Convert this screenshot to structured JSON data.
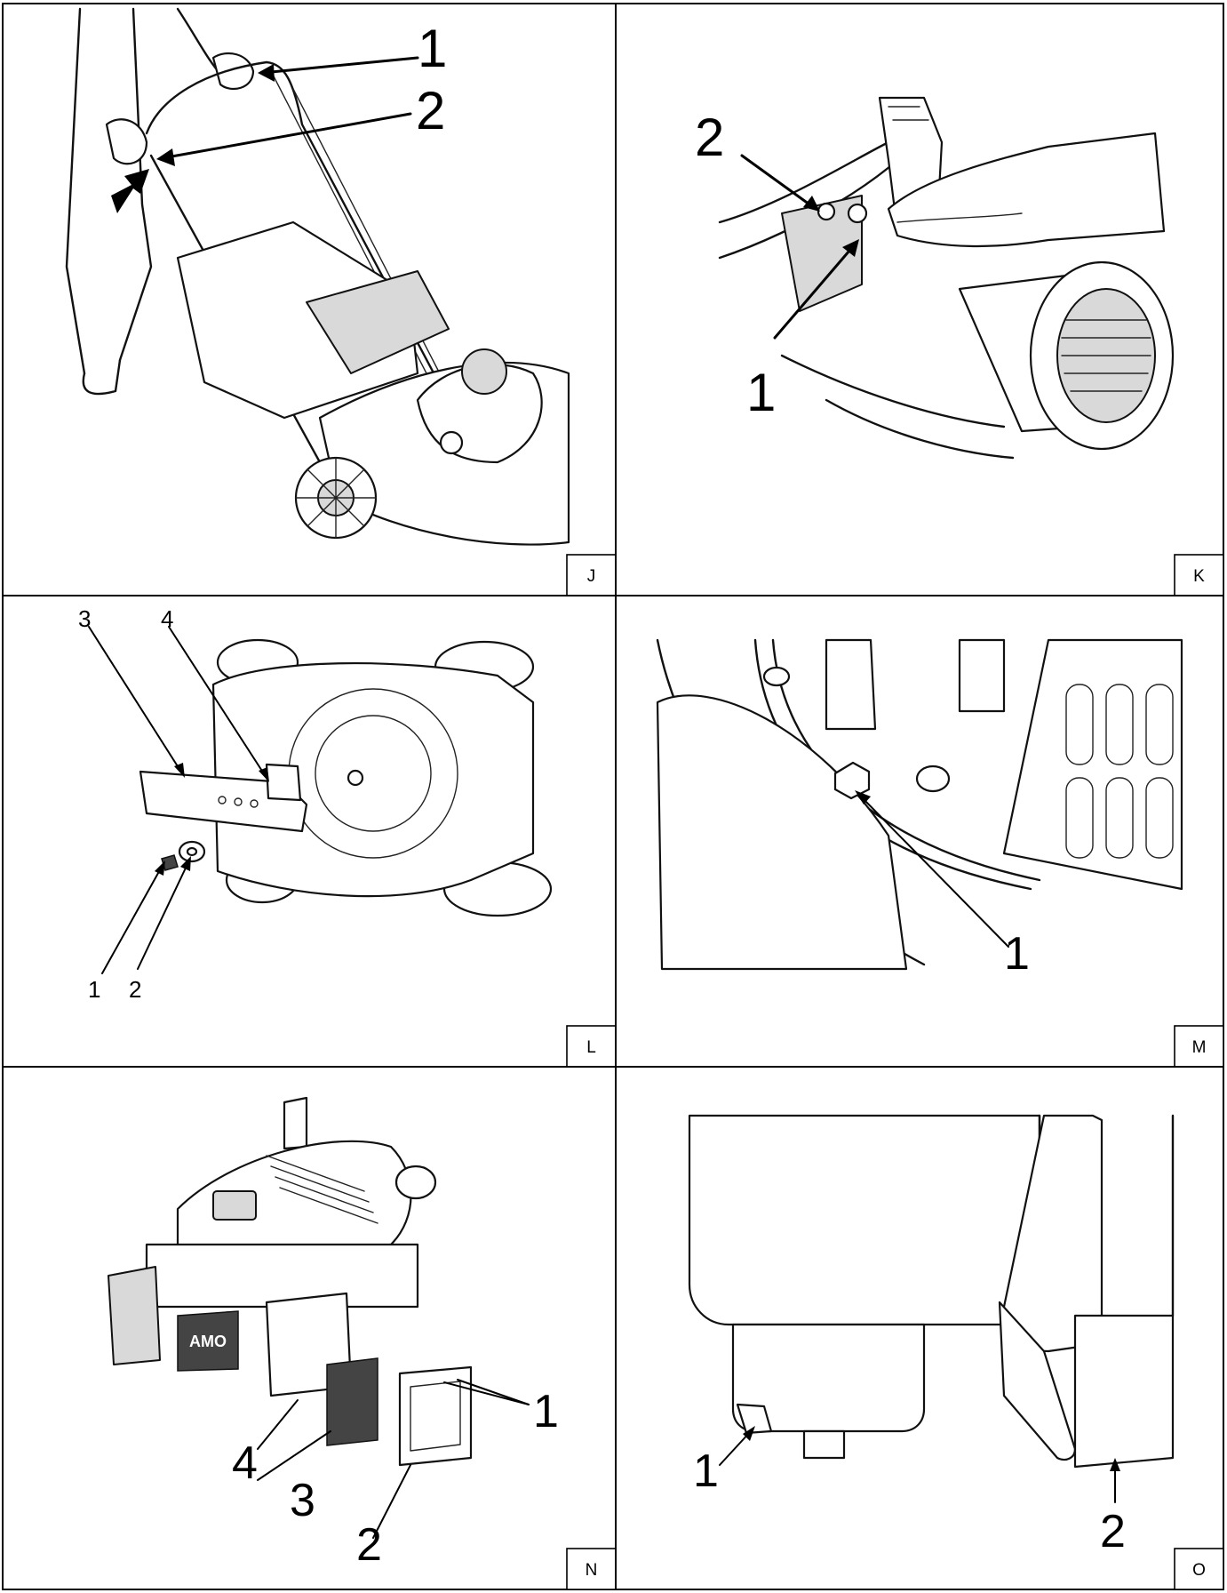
{
  "panels": [
    {
      "id": "J",
      "letter": "J",
      "callouts": [
        "1",
        "2"
      ]
    },
    {
      "id": "K",
      "letter": "K",
      "callouts": [
        "2",
        "1"
      ]
    },
    {
      "id": "L",
      "letter": "L",
      "callouts": [
        "3",
        "4",
        "1",
        "2"
      ]
    },
    {
      "id": "M",
      "letter": "M",
      "callouts": [
        "1"
      ]
    },
    {
      "id": "N",
      "letter": "N",
      "callouts": [
        "1",
        "4",
        "3",
        "2"
      ]
    },
    {
      "id": "O",
      "letter": "O",
      "callouts": [
        "1",
        "2"
      ]
    }
  ],
  "logos": {
    "engine_badge": "AMO"
  }
}
